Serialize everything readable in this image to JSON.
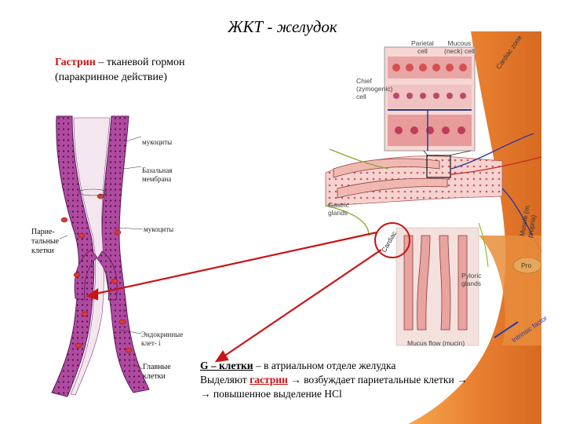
{
  "title": "ЖКТ - желудок",
  "intro": {
    "hormone_name": "Гастрин",
    "hormone_desc": " – тканевой гормон",
    "action": "(паракринное действие)"
  },
  "left_labels": {
    "mucocytes_top": "мукоциты",
    "basal_membrane_1": "Базальная",
    "basal_membrane_2": "мембрана",
    "mucocytes_mid": "мукоциты",
    "parietal_1": "Парие-",
    "parietal_2": "тальные",
    "parietal_3": "клетки",
    "endocrine_1": "Эндокринные",
    "endocrine_2": "клет- і",
    "chief_1": "Главные",
    "chief_2": "клетки"
  },
  "right_labels": {
    "parietal_cell_1": "Parietal",
    "parietal_cell_2": "cell",
    "mucous_cell_1": "Mucous",
    "mucous_cell_2": "(neck) cell",
    "chief_cell_1": "Chief",
    "chief_cell_2": "(zymogenic)",
    "chief_cell_3": "cell",
    "gastric_glands_1": "Gastric",
    "gastric_glands_2": "glands",
    "pyloric_glands_1": "Pyloric",
    "pyloric_glands_2": "glands",
    "mucus_flow": "Mucus flow (mucin)",
    "cardiac_zone": "Cardiac zone",
    "cardiac_region": "Cardiac",
    "muscle": "Muscle (m. propria)",
    "intrinsic_factor": "Intrinsic factor",
    "pro": "Pro"
  },
  "bottom": {
    "line1_term": "G – клетки",
    "line1_rest": " – в атриальном отделе желудка",
    "line2_a": "Выделяют ",
    "line2_term": "гастрин",
    "line2_b": " → возбуждает париетальные клетки →",
    "line3": "→ повышенное выделение HCl"
  },
  "colors": {
    "accent_red": "#c81414",
    "gland_purple": "#9a3a8e",
    "tissue_orange": "#e98d3c",
    "tissue_pink": "#f3c6c2"
  }
}
